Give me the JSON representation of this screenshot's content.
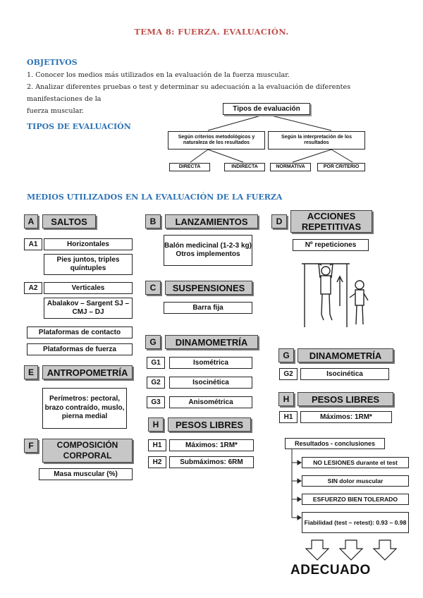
{
  "title": "TEMA 8: FUERZA. EVALUACIÓN.",
  "objetivos": {
    "heading": "OBJETIVOS",
    "items": [
      "1.  Conocer los medios más utilizados en la evaluación de la fuerza muscular.",
      "2.  Analizar diferentes pruebas o test y determinar su adecuación a la evaluación de diferentes manifestaciones de la",
      "fuerza muscular."
    ]
  },
  "tipos": {
    "heading": "TIPOS DE EVALUACIÓN",
    "root": "Tipos de evaluación",
    "criterio1": "Según criterios metodológicos y naturaleza de los resultados",
    "criterio2": "Según la interpretación de los resultados",
    "leaves": [
      "DIRECTA",
      "INDIRECTA",
      "NORMATIVA",
      "POR CRITERIO"
    ]
  },
  "medios": {
    "heading": "MEDIOS UTILIZADOS EN LA EVALUACIÓN DE LA FUERZA",
    "col1": {
      "a_letter": "A",
      "a_label": "SALTOS",
      "a1_tag": "A1",
      "a1_label": "Horizontales",
      "a1_detail": "Pies juntos, triples quíntuples",
      "a2_tag": "A2",
      "a2_label": "Verticales",
      "a2_detail": "Abalakov – Sargent SJ – CMJ – DJ",
      "plat_contacto": "Plataformas de contacto",
      "plat_fuerza": "Plataformas de fuerza",
      "e_letter": "E",
      "e_label": "ANTROPOMETRÍA",
      "e_detail": "Perímetros: pectoral, brazo contraído, muslo, pierna medial",
      "f_letter": "F",
      "f_label": "COMPOSICIÓN CORPORAL",
      "f_detail": "Masa muscular (%)"
    },
    "col2": {
      "b_letter": "B",
      "b_label": "LANZAMIENTOS",
      "b_detail": "Balón medicinal (1-2-3 kg) Otros implementos",
      "c_letter": "C",
      "c_label": "SUSPENSIONES",
      "c_detail": "Barra fija",
      "g_letter": "G",
      "g_label": "DINAMOMETRÍA",
      "g1_tag": "G1",
      "g1_label": "Isométrica",
      "g2_tag": "G2",
      "g2_label": "Isocinética",
      "g3_tag": "G3",
      "g3_label": "Anisométrica",
      "h_letter": "H",
      "h_label": "PESOS LIBRES",
      "h1_tag": "H1",
      "h1_label": "Máximos: 1RM*",
      "h2_tag": "H2",
      "h2_label": "Submáximos: 6RM"
    },
    "col3": {
      "d_letter": "D",
      "d_label": "ACCIONES REPETITIVAS",
      "d_detail": "Nº repeticiones",
      "g_letter": "G",
      "g_label": "DINAMOMETRÍA",
      "g2_tag": "G2",
      "g2_label": "Isocinética",
      "h_letter": "H",
      "h_label": "PESOS LIBRES",
      "h1_tag": "H1",
      "h1_label": "Máximos: 1RM*",
      "resultados": "Resultados - conclusiones",
      "res_items": [
        "NO LESIONES durante el test",
        "SIN dolor muscular",
        "ESFUERZO BIEN TOLERADO",
        "Fiabilidad (test – retest): 0.93 – 0.98"
      ],
      "adecuado": "ADECUADO"
    }
  }
}
